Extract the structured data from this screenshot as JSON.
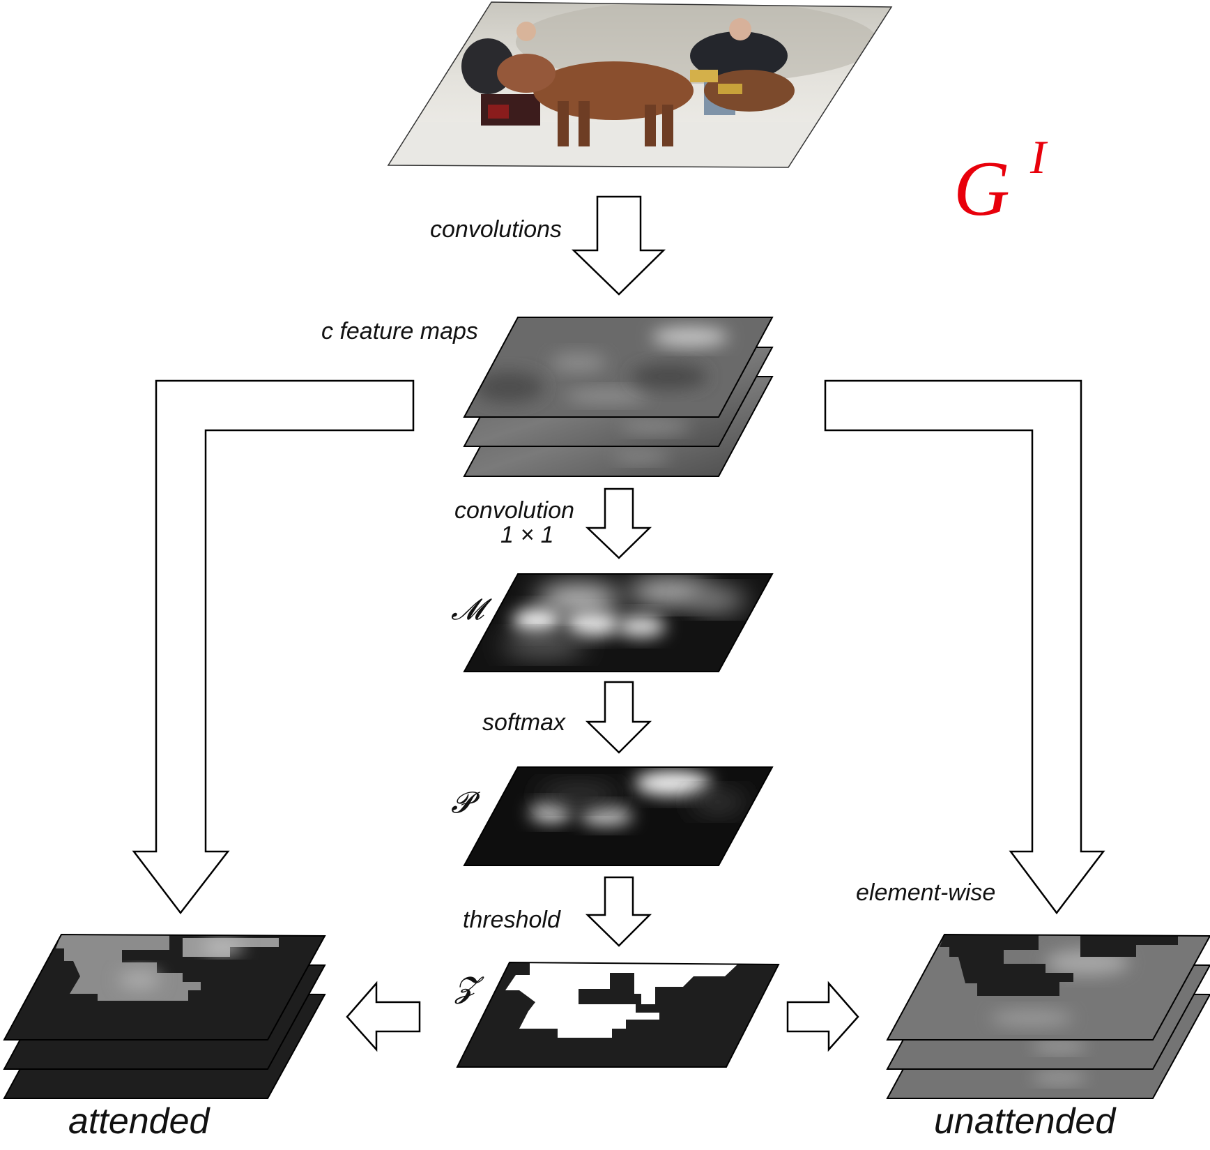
{
  "title": {
    "symbol": "G",
    "superscript": "I",
    "color": "#e8000b"
  },
  "labels": {
    "convolutions": "convolutions",
    "feature_maps": "c feature maps",
    "conv1x1_line1": "convolution",
    "conv1x1_line2": "1 × 1",
    "softmax": "softmax",
    "threshold": "threshold",
    "element_wise": "element-wise",
    "attended": "attended",
    "unattended": "unattended"
  },
  "symbols": {
    "M": "𝓜",
    "P": "𝓟",
    "Z": "𝓩"
  },
  "colors": {
    "feature_map_gray": "#6e6e6e",
    "dark_map": "#1e1e1e",
    "mask_white": "#ffffff",
    "arrow_fill": "#ffffff",
    "arrow_stroke": "#000000"
  }
}
